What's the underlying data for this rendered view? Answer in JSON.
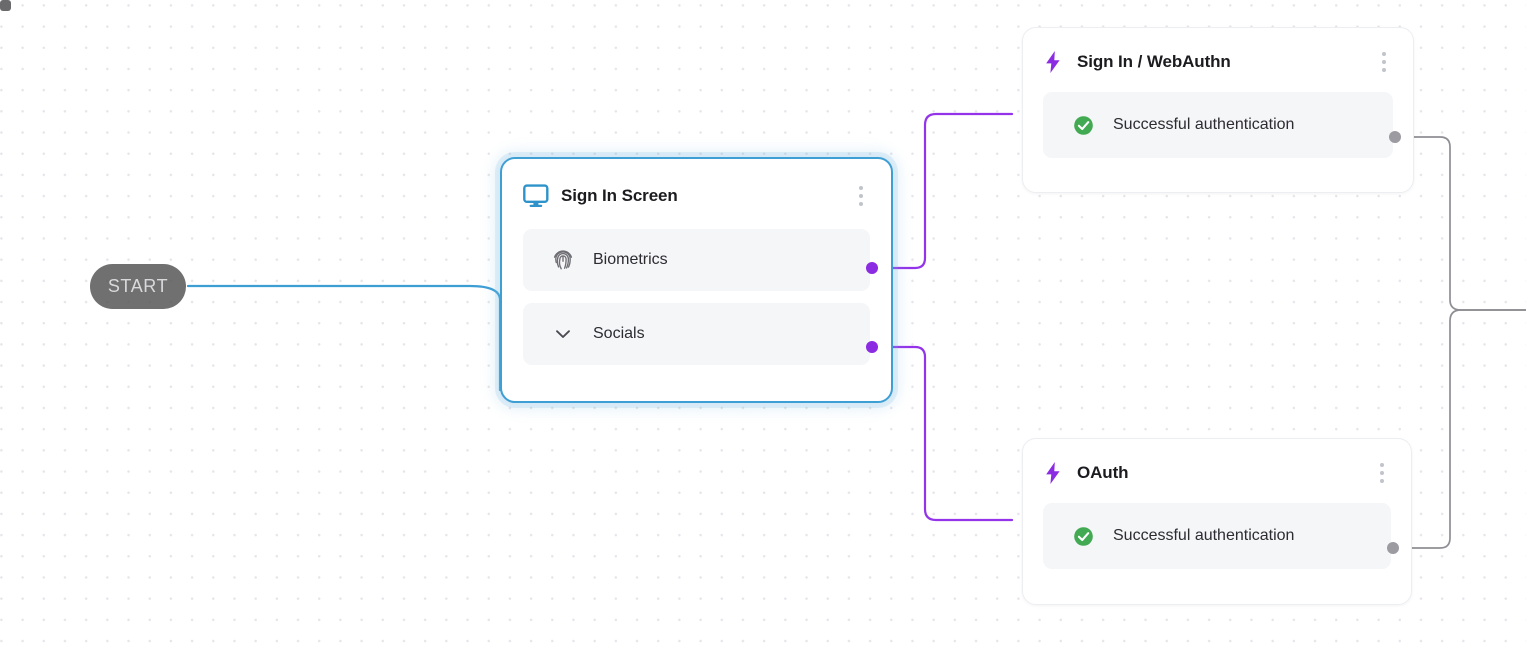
{
  "canvas": {
    "background": "#ffffff",
    "dot_color": "#e8e4ea",
    "dot_spacing": 21
  },
  "start_node": {
    "label": "START",
    "color": "#585859",
    "text_color": "#d9d9dc"
  },
  "nodes": [
    {
      "id": "sign-in-screen",
      "title": "Sign In Screen",
      "icon": "monitor-icon",
      "icon_color": "#2f93cb",
      "selected": true,
      "border_color": "#3e9fd4",
      "menu": "kebab-menu-icon",
      "rows": [
        {
          "label": "Biometrics",
          "icon": "fingerprint-icon",
          "handle_color": "#8b2be2"
        },
        {
          "label": "Socials",
          "icon": "chevron-down-icon",
          "handle_color": "#8b2be2"
        }
      ]
    },
    {
      "id": "sign-in-webauthn",
      "title": "Sign In / WebAuthn",
      "icon": "lightning-bolt-icon",
      "icon_color": "#8b2be2",
      "selected": false,
      "border_color": "#eceef1",
      "menu": "kebab-menu-icon",
      "rows": [
        {
          "label": "Successful authentication",
          "icon": "check-circle-icon",
          "icon_color": "#41aa52",
          "handle_color": "#9b9ba1"
        }
      ]
    },
    {
      "id": "oauth",
      "title": "OAuth",
      "icon": "lightning-bolt-icon",
      "icon_color": "#8b2be2",
      "selected": false,
      "border_color": "#eceef1",
      "menu": "kebab-menu-icon",
      "rows": [
        {
          "label": "Successful authentication",
          "icon": "check-circle-icon",
          "icon_color": "#41aa52",
          "handle_color": "#9b9ba1"
        }
      ]
    }
  ],
  "edges": [
    {
      "from": "start",
      "to": "sign-in-screen",
      "color": "#3d9ed4"
    },
    {
      "from": "sign-in-screen.Biometrics",
      "to": "sign-in-webauthn",
      "color": "#9333ea"
    },
    {
      "from": "sign-in-screen.Socials",
      "to": "oauth",
      "color": "#9333ea"
    },
    {
      "from": "sign-in-webauthn.Successful authentication",
      "to": "offscreen-right",
      "color": "#8e8e94"
    },
    {
      "from": "oauth.Successful authentication",
      "to": "offscreen-right",
      "color": "#8e8e94"
    }
  ]
}
